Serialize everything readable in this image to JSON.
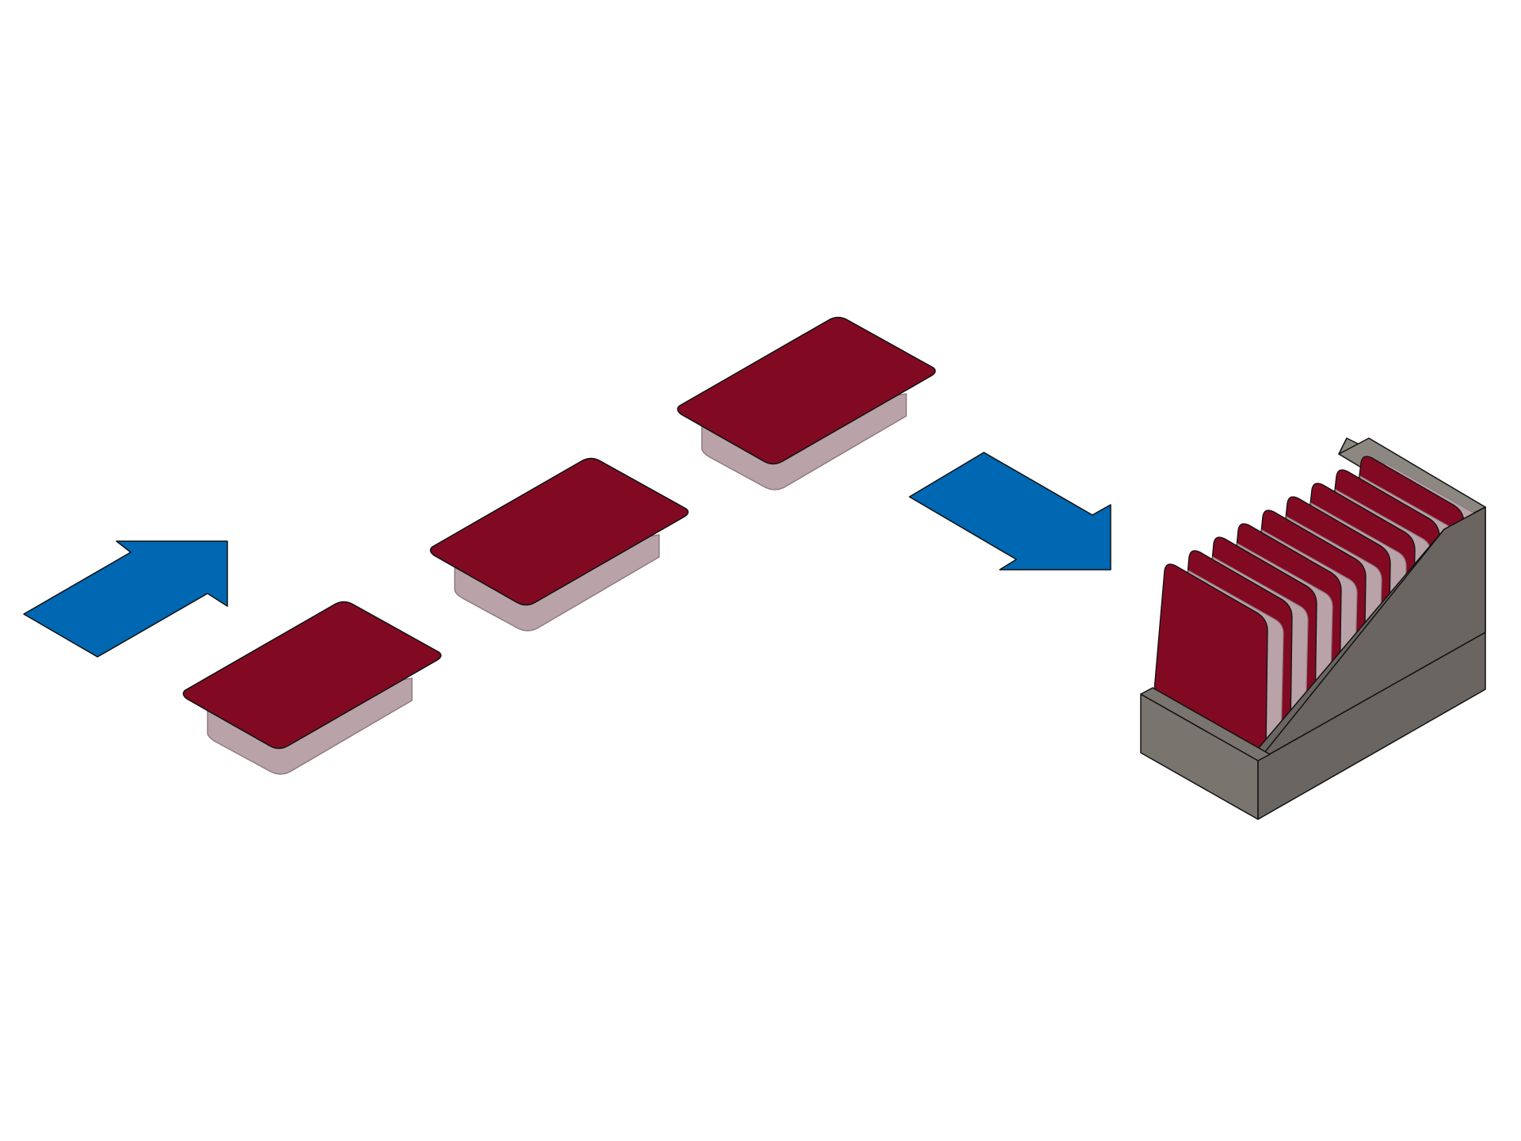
{
  "diagram": {
    "kind": "isometric process illustration",
    "arrows": [
      {
        "role": "input",
        "direction": "up-right"
      },
      {
        "role": "output",
        "direction": "down-right"
      }
    ],
    "tray_count": 3,
    "stacked_tray_count": 9,
    "colors": {
      "background": "#ffffff",
      "arrow": "#0067b2",
      "tray_lid": "#810a22",
      "tray_base": "#b9a2a8",
      "tray_base_shade": "#8f7a80",
      "box_front": "#7a746f",
      "box_side": "#6a6560",
      "box_inner": "#8d8782",
      "outline": "#111111"
    },
    "icons": [
      "arrow-right-up-icon",
      "arrow-right-down-icon",
      "tray-icon",
      "storage-box-icon"
    ]
  }
}
